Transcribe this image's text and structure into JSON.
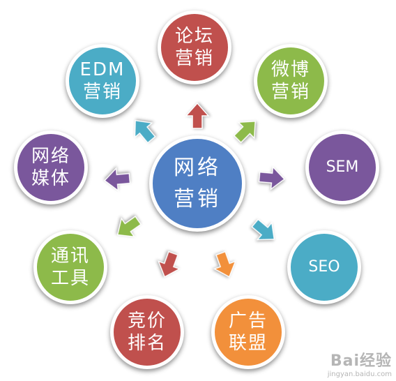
{
  "center": {
    "line1": "网络",
    "line2": "营销",
    "color": "#4f7fc4"
  },
  "nodes": [
    {
      "id": "forum",
      "line1": "论坛",
      "line2": "营销",
      "color": "#c0504d"
    },
    {
      "id": "weibo",
      "line1": "微博",
      "line2": "营销",
      "color": "#8dba4a"
    },
    {
      "id": "sem",
      "line1": "SEM",
      "line2": "",
      "color": "#7a579c"
    },
    {
      "id": "seo",
      "line1": "SEO",
      "line2": "",
      "color": "#4bacc6"
    },
    {
      "id": "alliance",
      "line1": "广告",
      "line2": "联盟",
      "color": "#f2903b"
    },
    {
      "id": "bidding",
      "line1": "竞价",
      "line2": "排名",
      "color": "#c0504d"
    },
    {
      "id": "im",
      "line1": "通讯",
      "line2": "工具",
      "color": "#8dba4a"
    },
    {
      "id": "media",
      "line1": "网络",
      "line2": "媒体",
      "color": "#7a579c"
    },
    {
      "id": "edm",
      "line1": "EDM",
      "line2": "营销",
      "color": "#4bacc6"
    }
  ],
  "arrow_colors": {
    "forum": "#c0504d",
    "weibo": "#8dba4a",
    "sem": "#7a579c",
    "seo": "#4bacc6",
    "alliance": "#f2903b",
    "bidding": "#c0504d",
    "im": "#8dba4a",
    "media": "#7a579c",
    "edm": "#4bacc6"
  },
  "watermark": {
    "main": "Bai经验",
    "sub": "jingyan.baidu.com"
  }
}
